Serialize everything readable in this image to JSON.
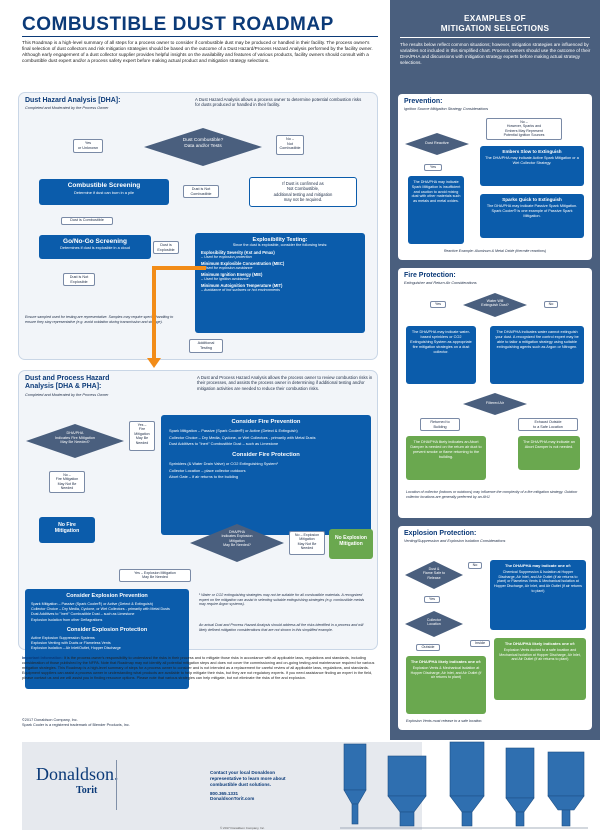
{
  "title": "COMBUSTIBLE DUST ROADMAP",
  "intro": "This Roadmap is a high-level summary of all steps for a process owner to consider if combustible dust may be produced or handled in their facility. The process owner's final selection of dust collectors and risk mitigation strategies should be based on the outcome of a Dust Hazard/Process Hazard Analysis performed by the facility owner. Although early engagement of a dust collector supplier provides helpful insights on the availability and features of various products, facility owners should consult with a combustible dust expert and/or a process safety expert before making actual product and mitigation strategy selections.",
  "dha": {
    "heading": "Dust Hazard Analysis [DHA]:",
    "sub": "Completed and Moderated by the Process Owner",
    "desc": "A Dust Hazard Analysis allows a process owner to determine potential combustion risks for dusts produced or handled in their facility.",
    "decision_combustible": "Dust Combustible?\nData and/or Tests",
    "yes_unknown": "Yes\nor Unknown",
    "no_not_combustible": "No –\nNot\nCombustible",
    "screening_title": "Combustible Screening",
    "screening_desc": "Determine if dust can burn in a pile",
    "dust_not_combustible": "Dust is Not\nCombustible",
    "not_combustible_result": "If Dust is confirmed as\nNot Combustible,\nadditional testing and mitigation\nmay not be required.",
    "dust_is_combustible": "Dust is Combustible",
    "gonogo_title": "Go/No-Go Screening",
    "gonogo_desc": "Determines if dust is explosible in a cloud",
    "dust_explosible": "Dust is\nExplosible",
    "dust_not_explosible": "Dust is Not\nExplosible",
    "representative_note": "Ensure sampled used for testing are representative. Samples may require special handling to ensure they stay representative (e.g. avoid oxidation during transmission and storage).",
    "explosibility_title": "Explosibility Testing:",
    "explosibility_intro": "Since the dust is explosible, consider the following tests:",
    "tests": [
      {
        "name": "Explosibility Severity (Kst and Pmax)",
        "use": "– Used for explosion protection"
      },
      {
        "name": "Minimum Explosible Concentration (MEC)",
        "use": "– Used for explosion avoidance"
      },
      {
        "name": "Minimum Ignition Energy (MIE)",
        "use": "– Used for ignition avoidance"
      },
      {
        "name": "Minimum Autoignition Temperature (MIT)",
        "use": "– Avoidance of hot surfaces or hot environments"
      }
    ],
    "additional_testing": "Additional\nTesting"
  },
  "pha": {
    "heading": "Dust and Process Hazard\nAnalysis [DHA & PHA]:",
    "sub": "Completed and Moderated by the Process Owner",
    "desc": "A Dust and Process Hazard Analysis allows the process owner to review combustion risks in their processes, and assists the process owner in determining if additional testing and/or mitigation activities are needed to reduce their combustion risks.",
    "decision_fire": "DHA/PHA\nIndicates Fire Mitigation\nMay Be Needed?",
    "yes_fire": "Yes –\nFire\nMitigation\nMay Be\nNeeded",
    "no_fire": "No –\nFire Mitigation\nMay Not Be\nNeeded",
    "no_fire_mitigation": "No Fire\nMitigation",
    "consider_fire_prevention": "Consider Fire Prevention",
    "fire_prevention_items": [
      "Spark Mitigation – Passive (Spark Cooler®) or Active (Detect & Extinguish)",
      "Collector Choice – Dry Media, Cyclone, or Wet Collectors - primarily with Metal Dusts",
      "Dust Additives to \"Inert\" Combustible Dust – such as Limestone"
    ],
    "consider_fire_protection": "Consider Fire Protection",
    "fire_protection_items": [
      "Sprinklers (& Water Drain Valve) or CO2 Extinguishing System¹",
      "Collector Location – place collector outdoors",
      "Abort Gate – if air returns to the building"
    ],
    "decision_explosion": "DHA/PHA\nIndicates Explosion\nMitigation\nMay Be Needed?",
    "no_explosion": "No – Explosion\nMitigation\nMay Not Be\nNeeded",
    "no_explosion_mitigation": "No Explosion\nMitigation",
    "yes_explosion": "Yes – Explosion Mitigation\nMay Be Needed",
    "consider_explosion_prevention": "Consider Explosion Prevention",
    "explosion_prevention_items": [
      "Spark Mitigation – Passive (Spark Cooler®) or Active (Detect & Extinguish)",
      "Collector Choice – Dry Media, Cyclone, or Wet Collectors - primarily with Metal Dusts",
      "Dust Additives to \"Inert\" Combustible Dust – such as Limestone",
      "Explosion Isolation from other Deflagrations"
    ],
    "consider_explosion_protection": "Consider Explosion Protection",
    "explosion_protection_items": [
      "Active Explosion Suppression Systems",
      "Explosion Venting with Ducts or Flameless Vents",
      "Explosion Isolation – Air Inlet/Outlet, Hopper Discharge"
    ],
    "footnote1": "¹ Water or CO2 extinguishing strategies may not be suitable for all combustible materials. A recognized expert on fire mitigation can assist in selecting suitable extinguishing strategies (e.g. combustible metals may require Argon systems).",
    "footnote2": "An actual Dust and Process Hazard Analysis should address all the risks identified in a process and will likely defined mitigation considerations that are not shown in this simplified example."
  },
  "important": {
    "label": "Important Information:",
    "text": "It is the process owner's responsibility to understand the risks in their process and to mitigate those risks in accordance with all applicable laws, regulations and standards, including consideration of those published by the NFPA. Note that Roadmap may not identify all potential mitigation steps and does not cover the commissioning and on-going testing and maintenance required for various mitigation strategies. This Roadmap is a high-level summary of steps for a process owner to consider and is not intended as a replacement for careful review of all applicable laws, regulations, and standards. Equipment suppliers can assist a process owner in understanding what products are available to help mitigate their risks, but they are not regulatory experts. If you need assistance finding an expert in the field, please contact us and we will assist you in finding resource options. Please note that various strategies can help mitigate, but not eliminate the risks of fire and explosion."
  },
  "copyright": "©2017 Donaldson Company, Inc.\nSpark Cooler is a registered trademark of Blender Products, Inc.",
  "right": {
    "title": "EXAMPLES OF\nMITIGATION SELECTIONS",
    "intro": "The results below reflect common situations; however, mitigation strategies are influenced by variables not included in this simplified chart. Process owners should use the outcome of their DHA/PHA and discussions with mitigation strategy experts before making actual strategy selections.",
    "prevention": {
      "heading": "Prevention:",
      "sub": "Ignition Source Mitigation Strategy Considerations",
      "no_embers": "No –\nHowever, Sparks and\nEmbers May Represent\nPotential Ignition Sources",
      "dust_reactive": "Dust Reactive",
      "yes": "Yes",
      "reactive_box": "The DHA/PHA may indicate Spark Mitigation is insufficient and caution to avoid mixing dust with other materials such as metals and metal oxides.",
      "embers_title": "Embers Slow to Extinguish",
      "embers_text": "The DHA/PHA may indicate Active Spark Mitigation or a Wet Collector Strategy.",
      "sparks_title": "Sparks Quick to Extinguish",
      "sparks_text": "The DHA/PHA may indicate Passive Spark Mitigation. Spark Cooler® is one example of Passive Spark Mitigation.",
      "example": "Reactive Example: Aluminum & Metal Oxide (thermite reactions)"
    },
    "fire": {
      "heading": "Fire Protection:",
      "sub": "Extinguisher and Return Air Considerations",
      "decision": "Water Will\nExtinguish Dust?",
      "yes": "Yes",
      "no": "No",
      "yes_box": "The DHA/PHA may indicate water-based sprinklers or CO2 Extinguishing System as appropriate fire mitigation strategies on a dust collector.",
      "no_box": "The DHA/PHA indicates water cannot extinguish your dust. A recognized fire control expert may be able to tailor a mitigation strategy using suitable extinguishing agents such as Argon or Nitrogen.",
      "filtered_air": "Filtered Air",
      "returned": "Returned to\nBuilding",
      "exhaust": "Exhaust Outside\nto a Safe Location",
      "returned_box": "The DHA/PHA likely indicates an Abort Damper is needed on the return air duct to prevent smoke or flame returning to the building.",
      "exhaust_box": "The DHA/PHA may indicate an Abort Damper is not needed.",
      "location_note": "Location of collector (indoors or outdoors) may influence the complexity of a fire mitigation strategy. Outdoor collector locations are generally preferred by an AHJ."
    },
    "explosion": {
      "heading": "Explosion Protection:",
      "sub": "Venting/Suppression and Explosion Isolation Considerations",
      "dust_flame": "Dust &\nFlame Safe to\nRelease",
      "yes": "Yes",
      "no": "No",
      "no_box_title": "The DHA/PHA may indicate one of:",
      "no_box": "Chemical Suppression & Isolation at Hopper Discharge, Air Inlet, and Air Outlet (if air returns to plant) or Flameless Vents & Mechanical Isolation at Hopper Discharge, Air Inlet, and Air Outlet (if air returns to plant)",
      "collector_location": "Collector\nLocation",
      "inside": "Inside",
      "outside": "Outside",
      "inside_box_title": "The DHA/PHA likely indicates one of:",
      "inside_box": "Explosion Vents ducted to a safe location and Mechanical Isolation at Hopper Discharge, Air Inlet, and Air Outlet (if air returns to plant)",
      "outside_box_title": "The DHA/PHA likely indicates one of:",
      "outside_box": "Explosion Vents & Mechanical Isolation at Hopper Discharge, Air Inlet, and Air Outlet (if air returns to plant)",
      "note": "Explosion Vents must release to a safe location."
    }
  },
  "footer": {
    "brand": "Donaldson.",
    "sub_brand": "Torit",
    "contact": "Contact your local Donaldson\nrepresentative to learn more about\ncombustible dust solutions.",
    "phone": "800.365.1331",
    "website": "DonaldsonTorit.com",
    "fine": "© 2017 Donaldson Company, Inc.",
    "colors": {
      "navy": "#0b3a78",
      "blue": "#0b5cab",
      "green": "#6aa84f",
      "orange": "#f28c18",
      "slate": "#4a5f7e"
    }
  }
}
